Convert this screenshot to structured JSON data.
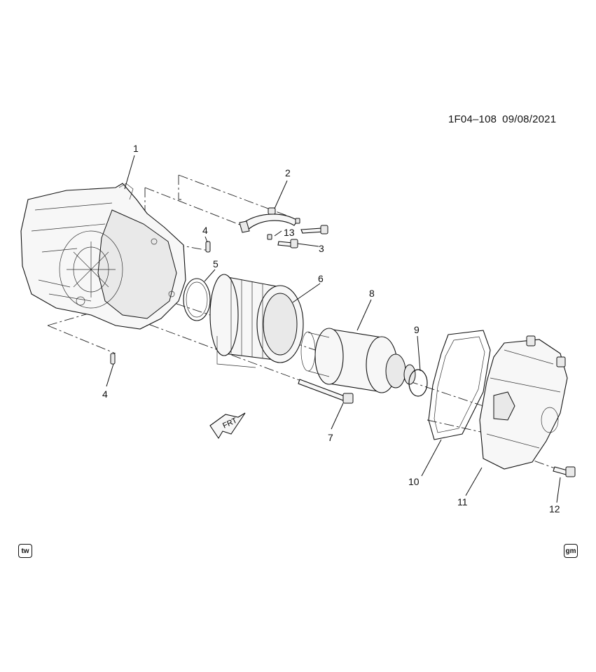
{
  "header": {
    "illustration_code": "1F04–108",
    "date": "09/08/2021"
  },
  "callouts": [
    "1",
    "2",
    "3",
    "4",
    "4",
    "5",
    "6",
    "7",
    "8",
    "9",
    "10",
    "11",
    "12",
    "13"
  ],
  "direction_arrow": {
    "label": "FRT",
    "icon": "front-direction-arrow-icon"
  },
  "badges": {
    "left": "tw",
    "right": "gm"
  },
  "colors": {
    "line": "#111111",
    "background": "#ffffff"
  }
}
